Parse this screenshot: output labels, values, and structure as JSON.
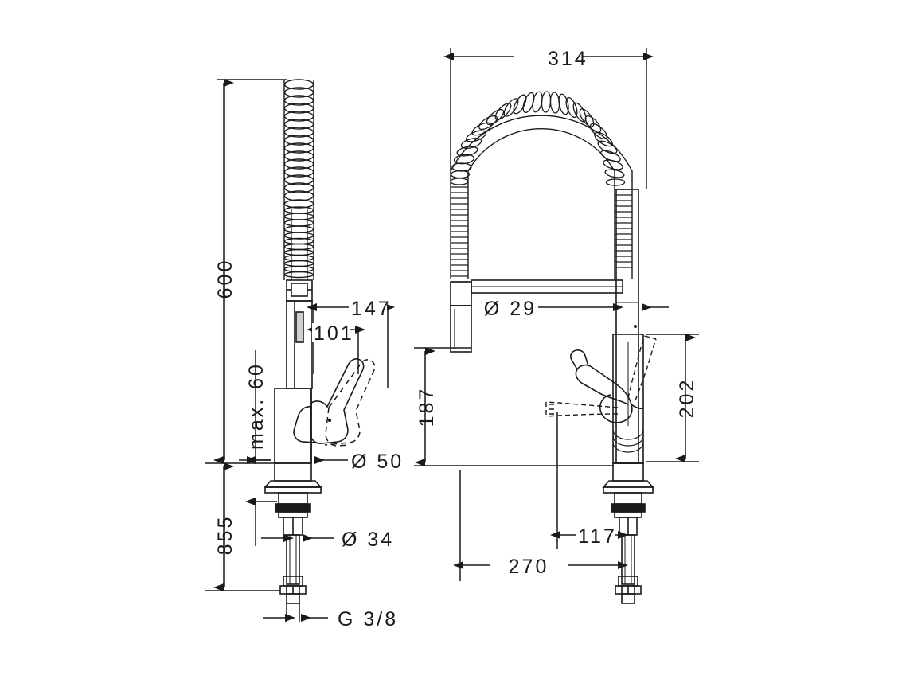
{
  "drawing": {
    "title": "Kitchen mixer tap technical dimension drawing",
    "background_color": "#ffffff",
    "line_color": "#1a1a1a",
    "views": [
      {
        "name": "side-view",
        "label": ""
      },
      {
        "name": "front-view",
        "label": ""
      }
    ]
  },
  "dimensions": {
    "side_view": {
      "total_height_above_deck": "600",
      "handle_clearance": "max. 60",
      "spout_reach_outer": "147",
      "spout_reach_inner": "101",
      "body_diameter": "Ø 50",
      "below_deck_length": "855",
      "shank_diameter": "Ø 34",
      "thread_size": "G 3/8"
    },
    "front_view": {
      "total_width": "314",
      "spring_hose_diameter": "Ø 29",
      "spout_height_left": "187",
      "spout_height_right": "202",
      "handle_offset": "117",
      "spray_head_offset": "270"
    }
  },
  "labels": [
    {
      "id": "dim-600",
      "text": "600",
      "orientation": "vertical"
    },
    {
      "id": "dim-max60",
      "text": "max. 60",
      "orientation": "vertical"
    },
    {
      "id": "dim-147",
      "text": "147",
      "orientation": "horizontal"
    },
    {
      "id": "dim-101",
      "text": "101",
      "orientation": "horizontal"
    },
    {
      "id": "dim-d50",
      "text": "Ø 50",
      "orientation": "horizontal"
    },
    {
      "id": "dim-855",
      "text": "855",
      "orientation": "vertical"
    },
    {
      "id": "dim-d34",
      "text": "Ø 34",
      "orientation": "horizontal"
    },
    {
      "id": "dim-g38",
      "text": "G 3/8",
      "orientation": "horizontal"
    },
    {
      "id": "dim-314",
      "text": "314",
      "orientation": "horizontal"
    },
    {
      "id": "dim-d29",
      "text": "Ø 29",
      "orientation": "horizontal"
    },
    {
      "id": "dim-187",
      "text": "187",
      "orientation": "vertical"
    },
    {
      "id": "dim-202",
      "text": "202",
      "orientation": "vertical"
    },
    {
      "id": "dim-117",
      "text": "117",
      "orientation": "horizontal"
    },
    {
      "id": "dim-270",
      "text": "270",
      "orientation": "horizontal"
    }
  ]
}
